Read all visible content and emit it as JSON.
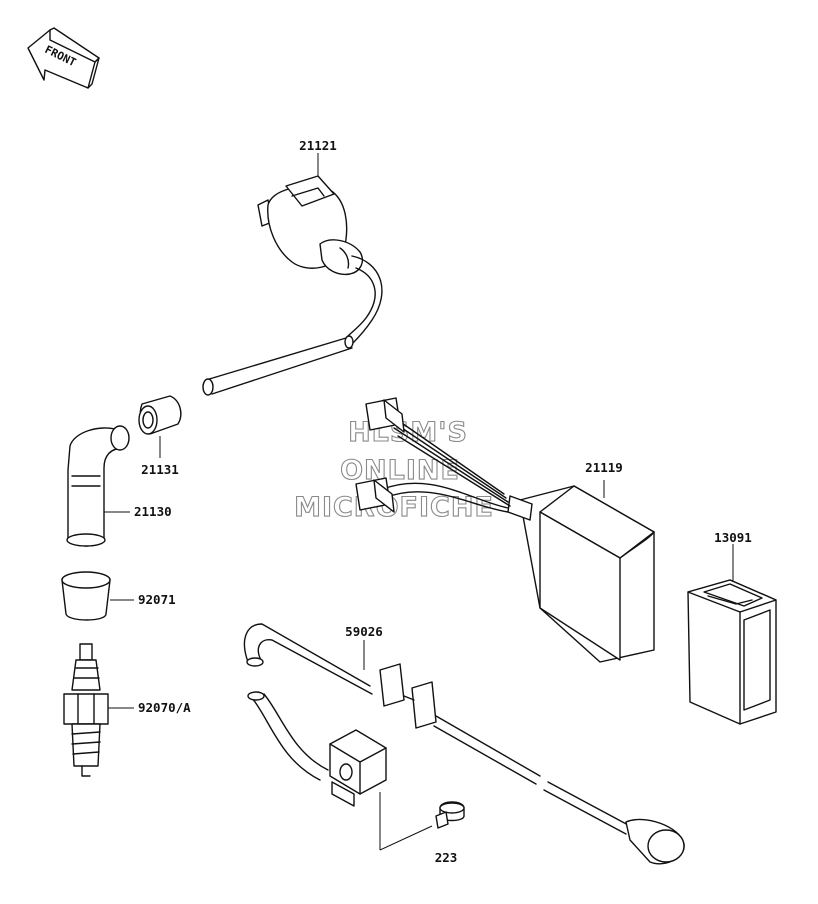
{
  "front_arrow": {
    "label": "FRONT"
  },
  "watermark": {
    "line1": "HLSM'S",
    "line2": "ONLINE",
    "line3": "MICROFICHE"
  },
  "parts": {
    "ignition_coil": "21121",
    "cdi_unit": "21119",
    "battery_box": "13091",
    "wiring_harness": "59026",
    "plug_cap_seal": "21131",
    "spark_plug_cap": "21130",
    "plug_boot": "92071",
    "spark_plug": "92070/A",
    "bolt": "223"
  }
}
